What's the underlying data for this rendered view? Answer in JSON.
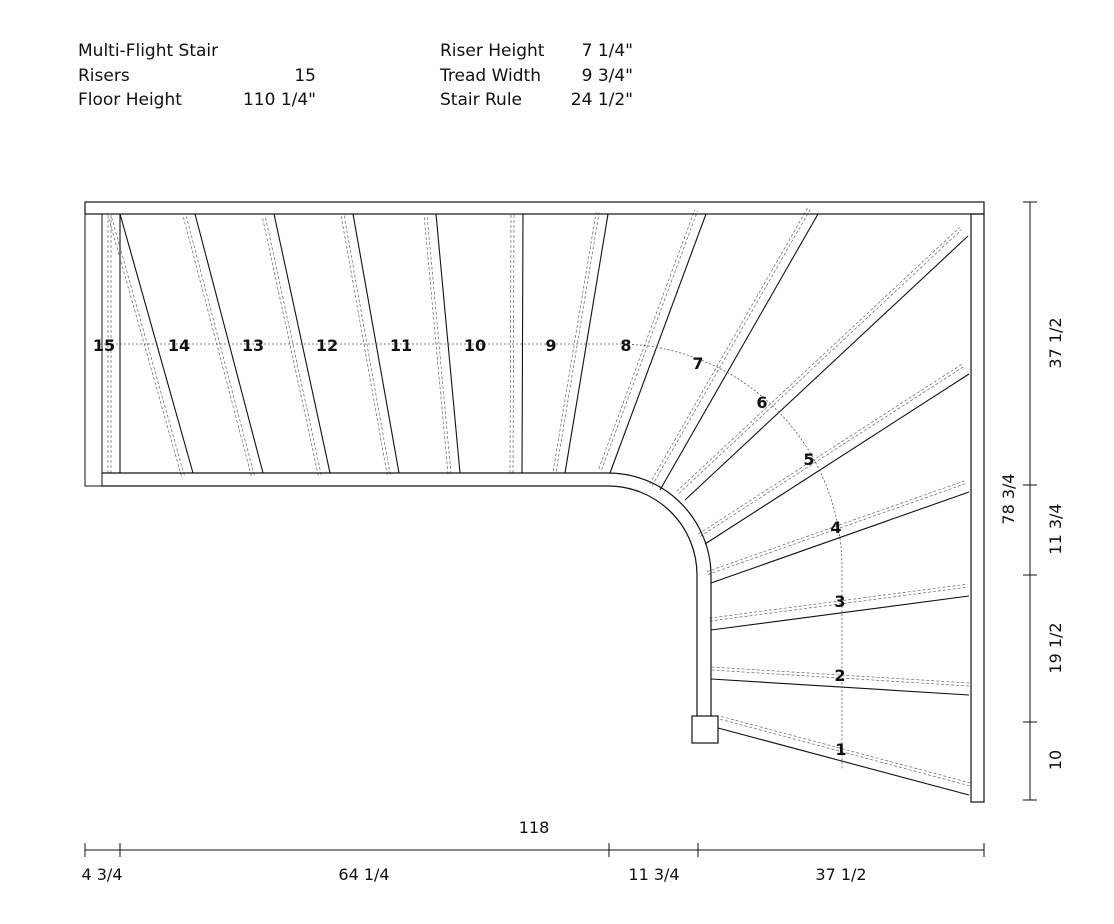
{
  "specs": {
    "title": "Multi-Flight Stair",
    "risers_label": "Risers",
    "risers_value": "15",
    "floor_height_label": "Floor Height",
    "floor_height_value": "110 1/4\"",
    "riser_height_label": "Riser Height",
    "riser_height_value": "7 1/4\"",
    "tread_width_label": "Tread Width",
    "tread_width_value": "9 3/4\"",
    "stair_rule_label": "Stair Rule",
    "stair_rule_value": "24 1/2\""
  },
  "treads": [
    "1",
    "2",
    "3",
    "4",
    "5",
    "6",
    "7",
    "8",
    "9",
    "10",
    "11",
    "12",
    "13",
    "14",
    "15"
  ],
  "dimensions": {
    "overall_width": "118",
    "bottom_segments": [
      "4 3/4",
      "64 1/4",
      "11 3/4",
      "37 1/2"
    ],
    "overall_height": "78 3/4",
    "right_segments": [
      "37 1/2",
      "11 3/4",
      "19 1/2",
      "10"
    ]
  }
}
